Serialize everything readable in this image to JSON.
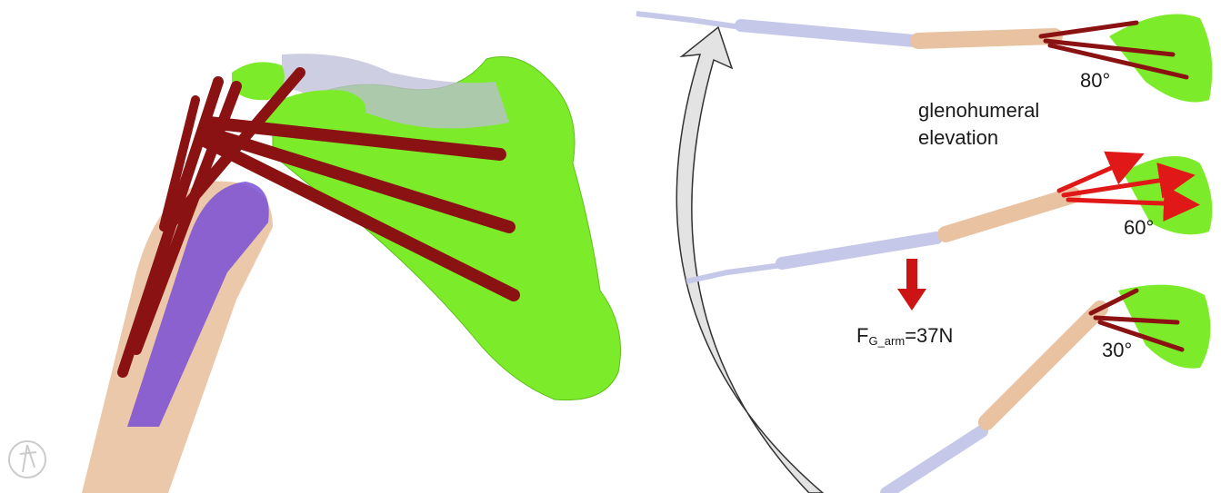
{
  "labels": {
    "angle_top": "80°",
    "angle_mid": "60°",
    "angle_low": "30°",
    "elevation_line1": "glenohumeral",
    "elevation_line2": "elevation",
    "force_main": "F",
    "force_sub": "G_arm",
    "force_value": "=37N"
  },
  "colors": {
    "scapula": "#7cec2a",
    "muscle": "#8b1212",
    "muscle_force": "#e11818",
    "humerus_core": "#7a4fd6",
    "humerus_skin": "#e9c2a1",
    "forearm": "#c6c8ea",
    "clavicle": "#bdbdd8",
    "arc": "#e3e3e3"
  },
  "icons": [
    "logo-watermark-icon"
  ]
}
